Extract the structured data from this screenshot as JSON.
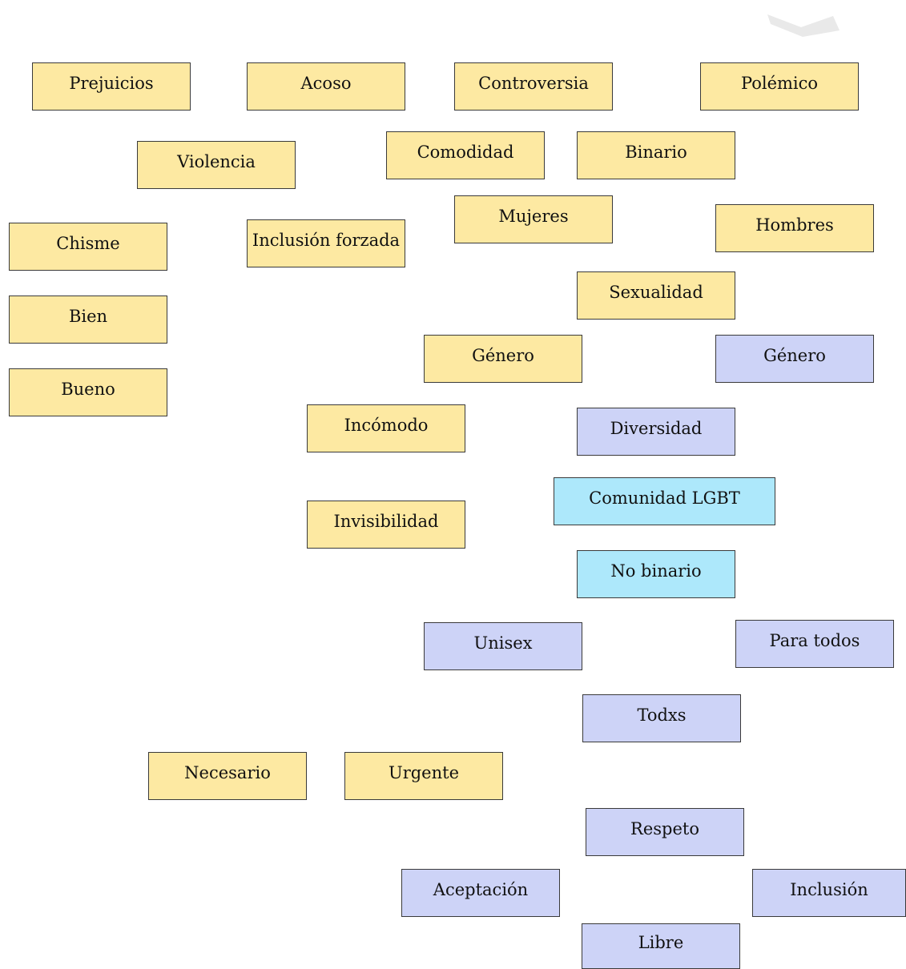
{
  "colors": {
    "yellow": "#fde9a2",
    "lavender": "#cdd3f7",
    "cyan": "#ade8fb",
    "border": "#3a3a3a",
    "corner_mark": "#e9e9e9"
  },
  "notes": [
    {
      "text": "Prejuicios",
      "color": "yellow"
    },
    {
      "text": "Acoso",
      "color": "yellow"
    },
    {
      "text": "Controversia",
      "color": "yellow"
    },
    {
      "text": "Polémico",
      "color": "yellow"
    },
    {
      "text": "Violencia",
      "color": "yellow"
    },
    {
      "text": "Comodidad",
      "color": "yellow"
    },
    {
      "text": "Binario",
      "color": "yellow"
    },
    {
      "text": "Chisme",
      "color": "yellow"
    },
    {
      "text": "Inclusión forzada",
      "color": "yellow"
    },
    {
      "text": "Mujeres",
      "color": "yellow"
    },
    {
      "text": "Hombres",
      "color": "yellow"
    },
    {
      "text": "Sexualidad",
      "color": "yellow"
    },
    {
      "text": "Bien",
      "color": "yellow"
    },
    {
      "text": "Género",
      "color": "yellow"
    },
    {
      "text": "Género",
      "color": "lavender"
    },
    {
      "text": "Bueno",
      "color": "yellow"
    },
    {
      "text": "Incómodo",
      "color": "yellow"
    },
    {
      "text": "Diversidad",
      "color": "lavender"
    },
    {
      "text": "Comunidad LGBT",
      "color": "cyan"
    },
    {
      "text": "Invisibilidad",
      "color": "yellow"
    },
    {
      "text": "No binario",
      "color": "cyan"
    },
    {
      "text": "Unisex",
      "color": "lavender"
    },
    {
      "text": "Para todos",
      "color": "lavender"
    },
    {
      "text": "Todxs",
      "color": "lavender"
    },
    {
      "text": "Necesario",
      "color": "yellow"
    },
    {
      "text": "Urgente",
      "color": "yellow"
    },
    {
      "text": "Respeto",
      "color": "lavender"
    },
    {
      "text": "Aceptación",
      "color": "lavender"
    },
    {
      "text": "Inclusión",
      "color": "lavender"
    },
    {
      "text": "Libre",
      "color": "lavender"
    }
  ]
}
